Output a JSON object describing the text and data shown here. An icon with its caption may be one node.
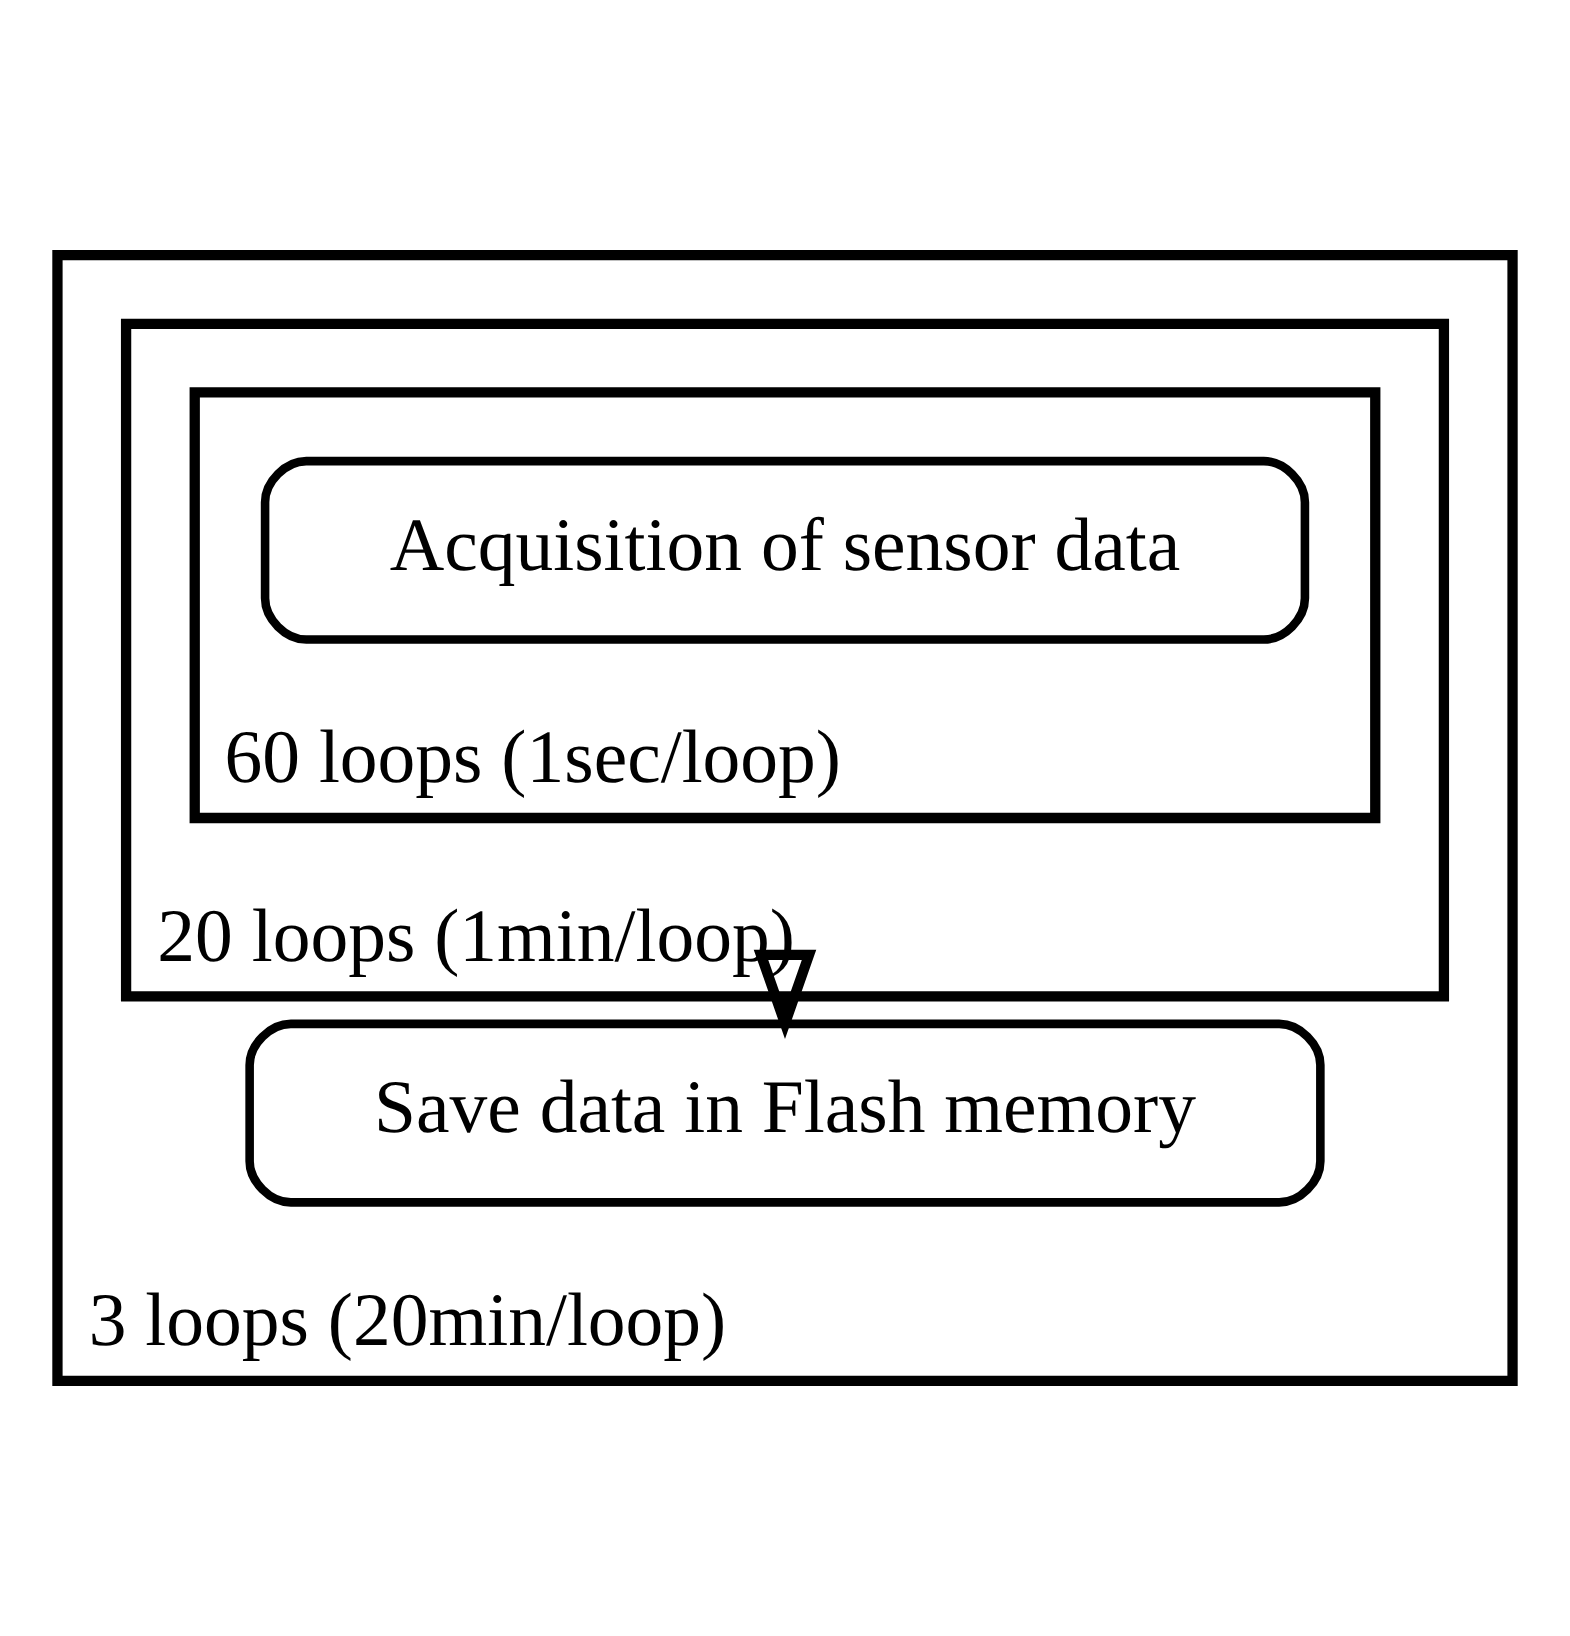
{
  "diagram": {
    "nodes": [
      {
        "text": [
          "3 loops (20min/loop)"
        ]
      },
      {
        "text": [
          "20 loops (1min/loop)"
        ],
        "in": 0
      },
      {
        "text": [
          "60 loops (1sec/loop)"
        ],
        "in": 1
      },
      {
        "text": [
          "Acquisition of sensor data"
        ],
        "in": 2
      },
      {
        "text": [
          "Save data in Flash memory"
        ],
        "in": 0
      }
    ],
    "edges": [
      {
        "from": 1,
        "to": 4,
        "arrow": "to"
      }
    ]
  }
}
